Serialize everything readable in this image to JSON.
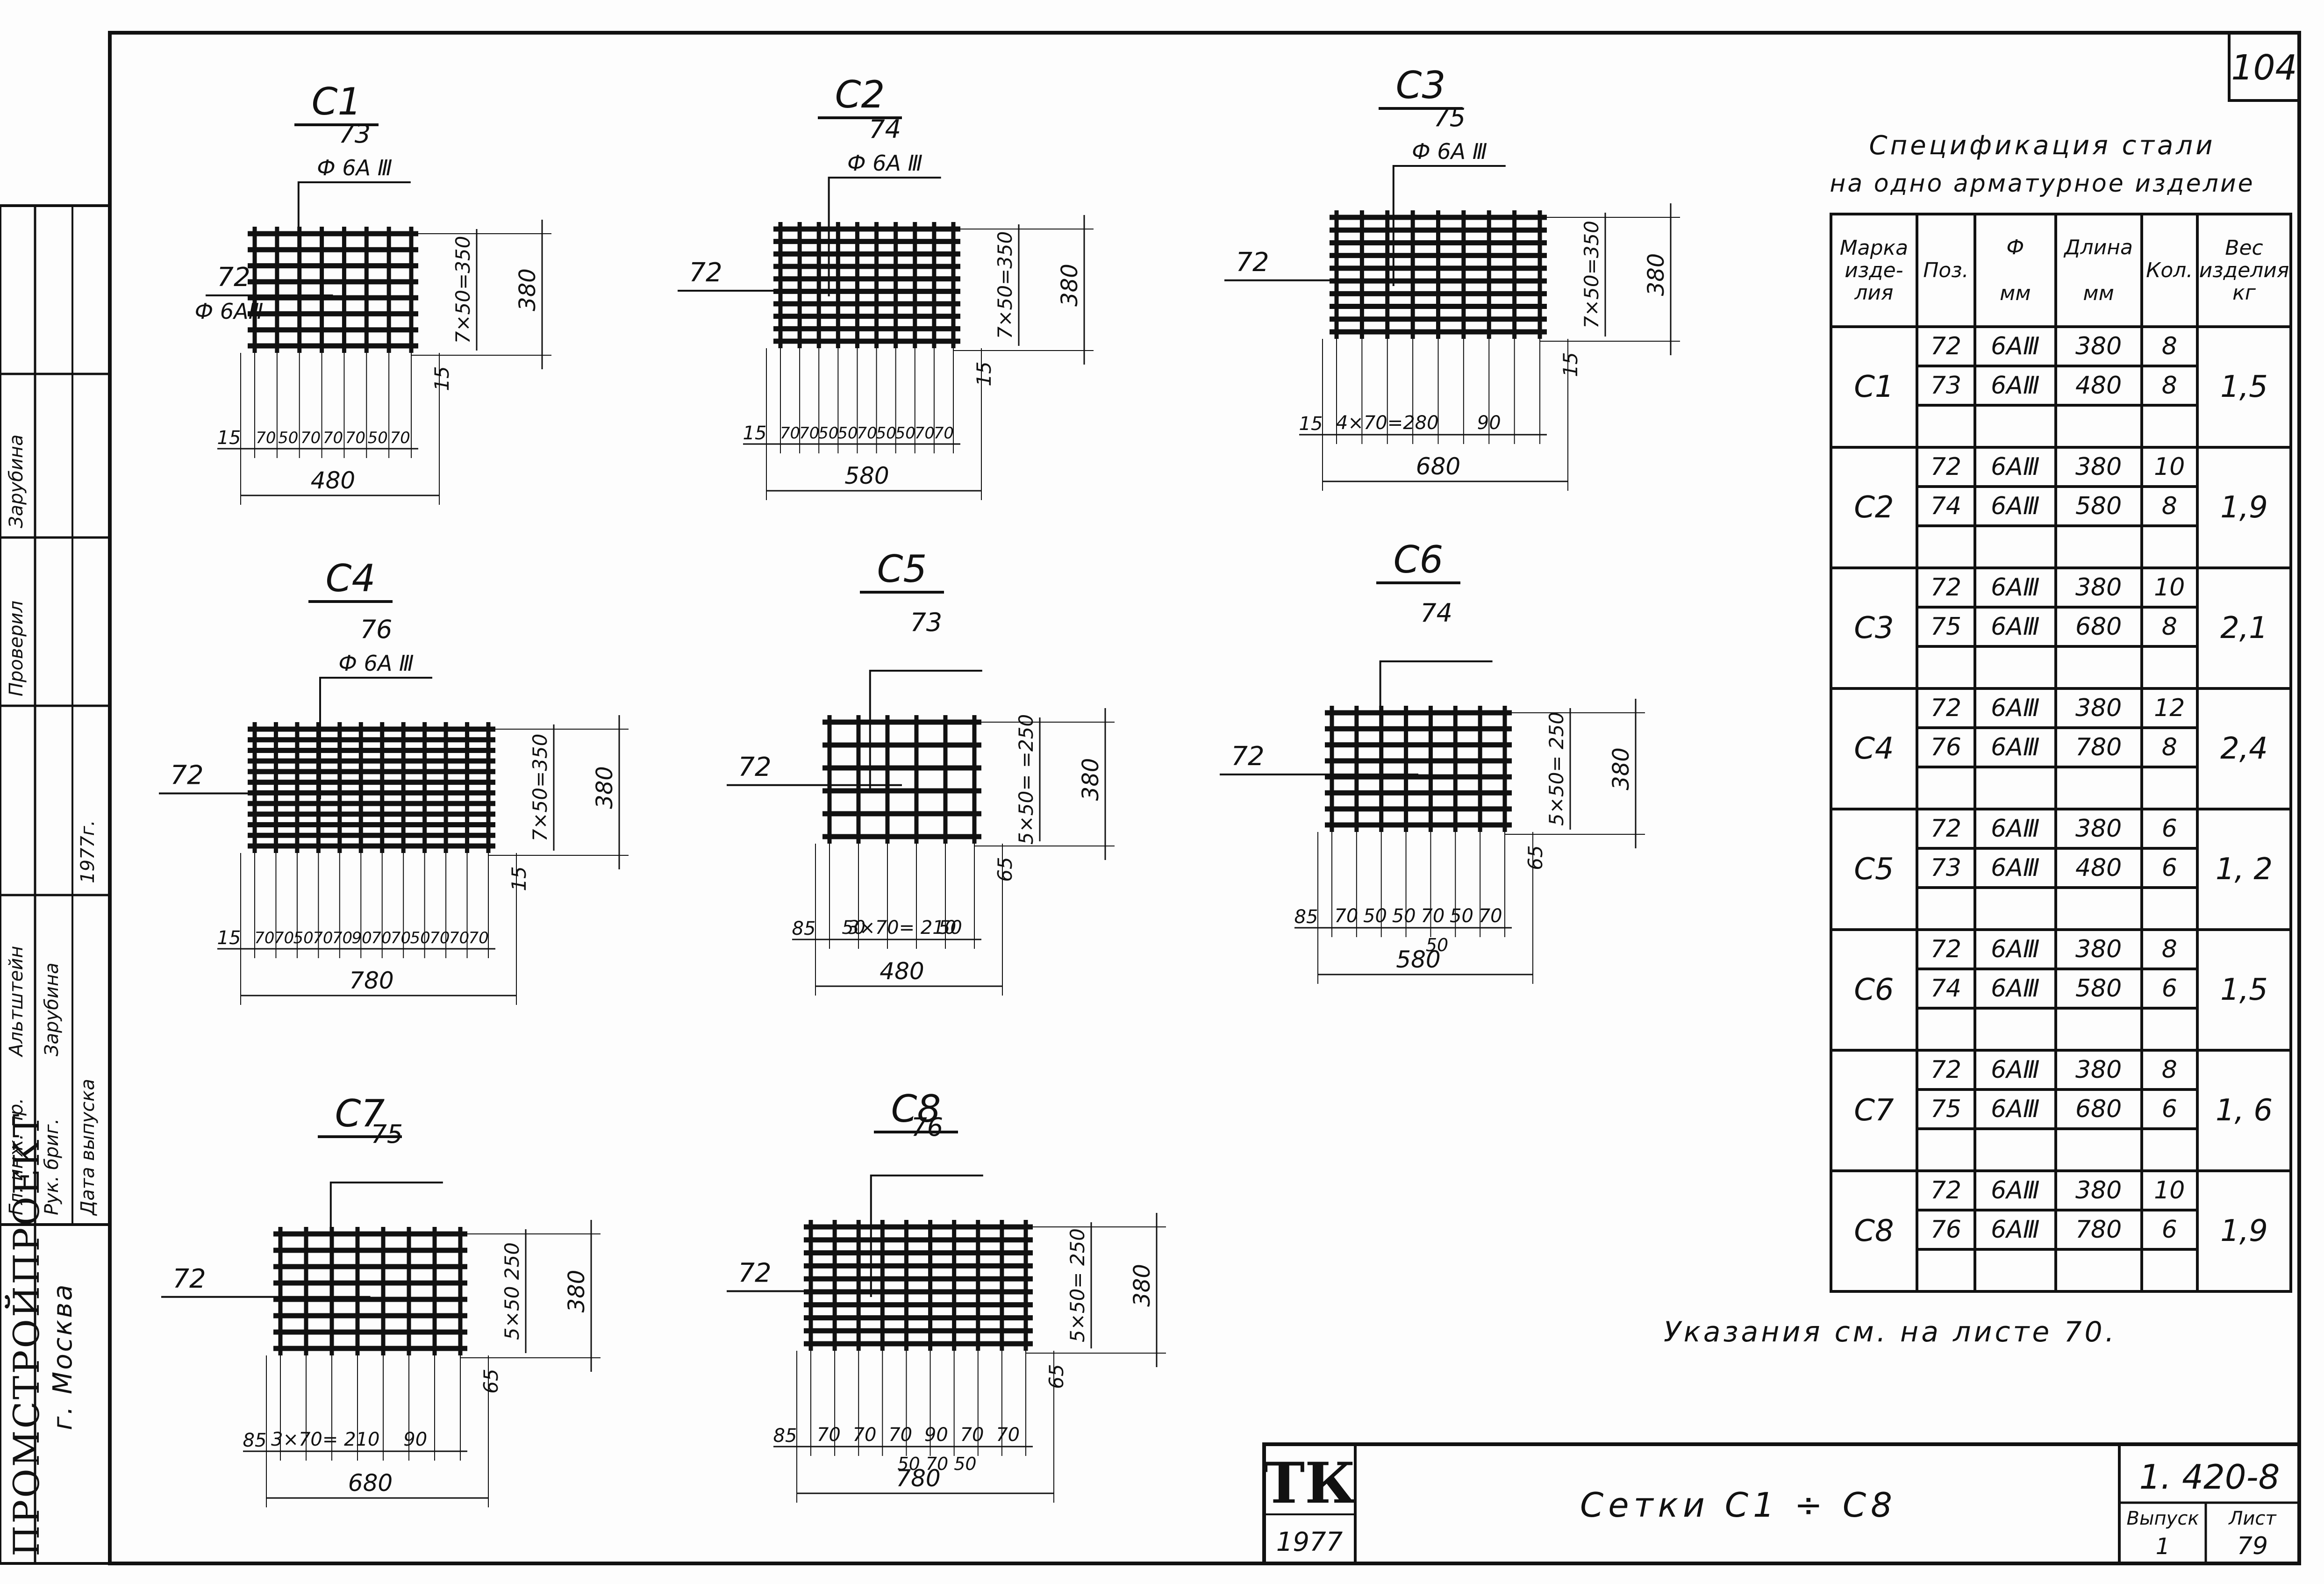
{
  "sheet_number": "104",
  "spec": {
    "title_line1": "Спецификация стали",
    "title_line2": "на одно арматурное изделие",
    "headers": {
      "mark": "Марка изде- лия",
      "pos": "Поз.",
      "dia": "Ф",
      "dia_unit": "мм",
      "length": "Длина",
      "length_unit": "мм",
      "qty": "Кол.",
      "weight": "Вес изделия",
      "weight_unit": "кг"
    },
    "rows": [
      {
        "mark": "С1",
        "items": [
          {
            "pos": "72",
            "dia": "6АⅢ",
            "len": "380",
            "qty": "8"
          },
          {
            "pos": "73",
            "dia": "6АⅢ",
            "len": "480",
            "qty": "8"
          }
        ],
        "weight": "1,5"
      },
      {
        "mark": "С2",
        "items": [
          {
            "pos": "72",
            "dia": "6АⅢ",
            "len": "380",
            "qty": "10"
          },
          {
            "pos": "74",
            "dia": "6АⅢ",
            "len": "580",
            "qty": "8"
          }
        ],
        "weight": "1,9"
      },
      {
        "mark": "С3",
        "items": [
          {
            "pos": "72",
            "dia": "6АⅢ",
            "len": "380",
            "qty": "10"
          },
          {
            "pos": "75",
            "dia": "6АⅢ",
            "len": "680",
            "qty": "8"
          }
        ],
        "weight": "2,1"
      },
      {
        "mark": "С4",
        "items": [
          {
            "pos": "72",
            "dia": "6АⅢ",
            "len": "380",
            "qty": "12"
          },
          {
            "pos": "76",
            "dia": "6АⅢ",
            "len": "780",
            "qty": "8"
          }
        ],
        "weight": "2,4"
      },
      {
        "mark": "С5",
        "items": [
          {
            "pos": "72",
            "dia": "6АⅢ",
            "len": "380",
            "qty": "6"
          },
          {
            "pos": "73",
            "dia": "6АⅢ",
            "len": "480",
            "qty": "6"
          }
        ],
        "weight": "1, 2"
      },
      {
        "mark": "С6",
        "items": [
          {
            "pos": "72",
            "dia": "6АⅢ",
            "len": "380",
            "qty": "8"
          },
          {
            "pos": "74",
            "dia": "6АⅢ",
            "len": "580",
            "qty": "6"
          }
        ],
        "weight": "1,5"
      },
      {
        "mark": "С7",
        "items": [
          {
            "pos": "72",
            "dia": "6АⅢ",
            "len": "380",
            "qty": "8"
          },
          {
            "pos": "75",
            "dia": "6АⅢ",
            "len": "680",
            "qty": "6"
          }
        ],
        "weight": "1, 6"
      },
      {
        "mark": "С8",
        "items": [
          {
            "pos": "72",
            "dia": "6АⅢ",
            "len": "380",
            "qty": "10"
          },
          {
            "pos": "76",
            "dia": "6АⅢ",
            "len": "780",
            "qty": "6"
          }
        ],
        "weight": "1,9"
      }
    ]
  },
  "note": "Указания см. на листе 70.",
  "title_block": {
    "logo": "ТК",
    "year": "1977",
    "title": "Сетки  С1 ÷ С8",
    "code": "1. 420-8",
    "issue_label": "Выпуск",
    "issue": "1",
    "sheet_label": "Лист",
    "sheet": "79"
  },
  "side_block": {
    "org": "ПРОМСТРОЙПРОЕКТ",
    "city": "г. Москва",
    "row1_role": "Гл. инж. пр.",
    "row1_name": "Альтштейн",
    "row2_role": "Рук. бриг.",
    "row2_name": "Зарубина",
    "row3_role": "Дата выпуска",
    "row3_value": "1977г.",
    "checked_label": "Проверил",
    "checked_name": "Зарубина"
  },
  "meshes": [
    {
      "label": "С1",
      "long_pos": "72",
      "long_dia": "Ф 6АⅢ",
      "trans_pos": "73",
      "trans_dia": "Ф 6А Ⅲ",
      "v_spacing": "7×50=350",
      "v_total": "380",
      "v_end": "15",
      "h_start": "15",
      "h_spacing": [
        "70",
        "50",
        "70",
        "70",
        "70",
        "50",
        "70"
      ],
      "width": "480"
    },
    {
      "label": "С2",
      "long_pos": "72",
      "long_dia": "",
      "trans_pos": "74",
      "trans_dia": "Ф 6А Ⅲ",
      "v_spacing": "7×50=350",
      "v_total": "380",
      "v_end": "15",
      "h_start": "15",
      "h_spacing": [
        "70",
        "70",
        "50",
        "50",
        "70",
        "50",
        "50",
        "70",
        "70"
      ],
      "width": "580"
    },
    {
      "label": "С3",
      "long_pos": "72",
      "long_dia": "",
      "trans_pos": "75",
      "trans_dia": "Ф 6А Ⅲ",
      "v_spacing": "7×50=350",
      "v_total": "380",
      "v_end": "15",
      "h_start": "15",
      "h_spacing": [
        "4×70=280",
        "90"
      ],
      "width": "680"
    },
    {
      "label": "С4",
      "long_pos": "72",
      "long_dia": "",
      "trans_pos": "76",
      "trans_dia": "Ф 6А Ⅲ",
      "v_spacing": "7×50=350",
      "v_total": "380",
      "v_end": "15",
      "h_start": "15",
      "h_spacing": [
        "70",
        "70",
        "50",
        "70",
        "70",
        "90",
        "70",
        "70",
        "50",
        "70",
        "70",
        "70"
      ],
      "width": "780"
    },
    {
      "label": "С5",
      "long_pos": "72",
      "long_dia": "",
      "trans_pos": "73",
      "trans_dia": "",
      "v_spacing": "5×50= =250",
      "v_total": "380",
      "v_end": "65",
      "h_start": "85",
      "h_spacing": [
        "50",
        "3×70= 210",
        "50"
      ],
      "width": "480"
    },
    {
      "label": "С6",
      "long_pos": "72",
      "long_dia": "",
      "trans_pos": "74",
      "trans_dia": "",
      "v_spacing": "5×50= 250",
      "v_total": "380",
      "v_end": "65",
      "h_start": "85",
      "h_spacing": [
        "70",
        "50",
        "50",
        "70",
        "50",
        "70"
      ],
      "h_extra": "50",
      "width": "580"
    },
    {
      "label": "С7",
      "long_pos": "72",
      "long_dia": "",
      "trans_pos": "75",
      "trans_dia": "",
      "v_spacing": "5×50 250",
      "v_total": "380",
      "v_end": "65",
      "h_start": "85",
      "h_spacing": [
        "3×70= 210",
        "90"
      ],
      "width": "680"
    },
    {
      "label": "С8",
      "long_pos": "72",
      "long_dia": "",
      "trans_pos": "76",
      "trans_dia": "",
      "v_spacing": "5×50= 250",
      "v_total": "380",
      "v_end": "65",
      "h_start": "85",
      "h_spacing": [
        "70",
        "70",
        "70",
        "90",
        "70",
        "70"
      ],
      "h_extra": "50  70  50",
      "width": "780"
    }
  ]
}
